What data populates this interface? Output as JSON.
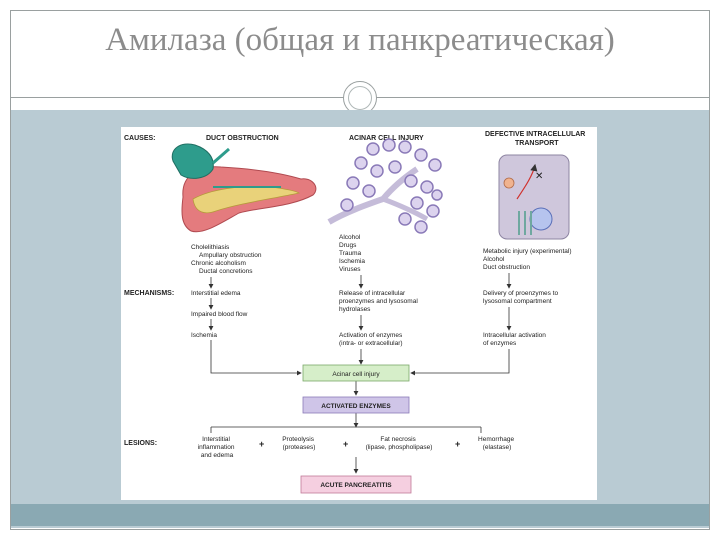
{
  "slide": {
    "title": "Амилаза (общая и панкреатическая)"
  },
  "diagram": {
    "row_labels": {
      "causes": "CAUSES:",
      "mechanisms": "MECHANISMS:",
      "lesions": "LESIONS:"
    },
    "columns": {
      "duct": {
        "header": "DUCT OBSTRUCTION",
        "causes": [
          "Cholelithiasis",
          "Ampullary obstruction",
          "Chronic alcoholism",
          "Ductal concretions"
        ],
        "mech1": "Interstitial edema",
        "mech2": "Impaired blood flow",
        "mech3": "Ischemia"
      },
      "acinar": {
        "header": "ACINAR CELL INJURY",
        "causes": [
          "Alcohol",
          "Drugs",
          "Trauma",
          "Ischemia",
          "Viruses"
        ],
        "mech1": [
          "Release of intracellular",
          "proenzymes and lysosomal",
          "hydrolases"
        ],
        "mech2": [
          "Activation of enzymes",
          "(intra- or extracellular)"
        ]
      },
      "transport": {
        "header": [
          "DEFECTIVE INTRACELLULAR",
          "TRANSPORT"
        ],
        "causes": [
          "Metabolic injury (experimental)",
          "Alcohol",
          "Duct obstruction"
        ],
        "mech1": [
          "Delivery of proenzymes to",
          "lysosomal compartment"
        ],
        "mech2": [
          "Intracellular activation",
          "of enzymes"
        ]
      }
    },
    "boxes": {
      "acinar_injury": "Acinar cell injury",
      "activated": "ACTIVATED ENZYMES",
      "pancreatitis": "ACUTE PANCREATITIS"
    },
    "lesions": [
      [
        "Interstitial",
        "inflammation",
        "and edema"
      ],
      [
        "Proteolysis",
        "(proteases)"
      ],
      [
        "Fat necrosis",
        "(lipase, phospholipase)"
      ],
      [
        "Hemorrhage",
        "(elastase)"
      ]
    ],
    "plus": "+",
    "colors": {
      "green_box": "#d6eec9",
      "purple_box": "#cfc5e8",
      "pink_box": "#f5cfe0",
      "pancreas": "#e47b7e",
      "gallbladder": "#2e9c8c"
    }
  }
}
